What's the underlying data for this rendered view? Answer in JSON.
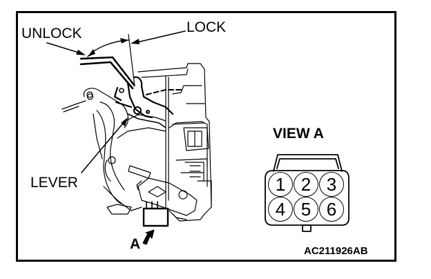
{
  "figure": {
    "labels": {
      "unlock": "UNLOCK",
      "lock": "LOCK",
      "lever": "LEVER",
      "view_marker": "A",
      "view_title": "VIEW A",
      "figure_id": "AC211926AB"
    },
    "connector_pins": [
      "1",
      "2",
      "3",
      "4",
      "5",
      "6"
    ],
    "colors": {
      "line": "#000000",
      "background": "#ffffff"
    }
  }
}
